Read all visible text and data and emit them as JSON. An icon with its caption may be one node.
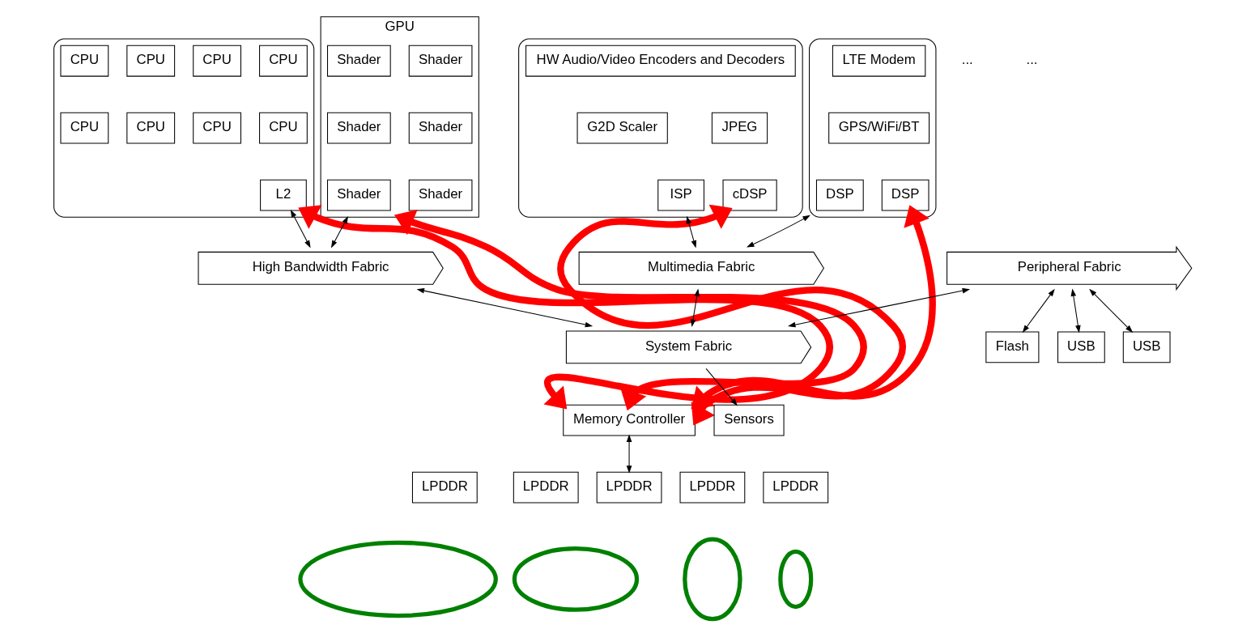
{
  "diagram": {
    "nodes": [
      {
        "text": [],
        "shape": "box"
      },
      {
        "text": [
          "CPU"
        ],
        "in": 0
      },
      {
        "text": [
          "CPU"
        ],
        "in": 0
      },
      {
        "text": [
          "CPU"
        ],
        "in": 0
      },
      {
        "text": [
          "CPU"
        ],
        "in": 0
      },
      {
        "text": [
          "CPU"
        ],
        "in": 0
      },
      {
        "text": [
          "CPU"
        ],
        "in": 0
      },
      {
        "text": [
          "CPU"
        ],
        "in": 0
      },
      {
        "text": [
          "CPU"
        ],
        "in": 0
      },
      {
        "text": [
          "L2"
        ],
        "in": 0
      },
      {
        "text": [
          "GPU"
        ]
      },
      {
        "text": [
          "Shader"
        ],
        "in": 10
      },
      {
        "text": [
          "Shader"
        ],
        "in": 10
      },
      {
        "text": [
          "Shader"
        ],
        "in": 10
      },
      {
        "text": [
          "Shader"
        ],
        "in": 10
      },
      {
        "text": [
          "Shader"
        ],
        "in": 10
      },
      {
        "text": [
          "Shader"
        ],
        "in": 10
      },
      {
        "text": [],
        "shape": "box"
      },
      {
        "text": [
          "LTE Modem"
        ],
        "in": 17
      },
      {
        "text": [
          "GPS/WiFi/BT"
        ],
        "in": 17
      },
      {
        "text": [
          "DSP"
        ],
        "in": 17
      },
      {
        "text": [
          "DSP"
        ],
        "in": 17
      },
      {
        "text": [],
        "shape": "box"
      },
      {
        "text": [
          "HW Audio/Video Encoders and Decoders"
        ],
        "in": 22
      },
      {
        "text": [
          "JPEG"
        ],
        "in": 22
      },
      {
        "text": [
          "G2D Scaler"
        ],
        "in": 22
      },
      {
        "text": [
          "cDSP"
        ],
        "in": 22
      },
      {
        "text": [
          "ISP"
        ],
        "in": 22
      },
      {
        "text": [
          "High Bandwidth Fabric"
        ]
      },
      {
        "text": [
          "Multimedia Fabric"
        ]
      },
      {
        "text": [
          "Peripheral Fabric"
        ]
      },
      {
        "text": [
          "System Fabric"
        ]
      },
      {
        "text": [
          "Memory Controller"
        ]
      },
      {
        "text": [
          "Sensors"
        ]
      },
      {
        "text": [
          "Flash"
        ]
      },
      {
        "text": [
          "USB"
        ]
      },
      {
        "text": [
          "USB"
        ]
      },
      {
        "text": [
          "LPDDR"
        ]
      },
      {
        "text": [
          "LPDDR"
        ]
      },
      {
        "text": [
          "LPDDR"
        ]
      },
      {
        "text": [
          "LPDDR"
        ]
      },
      {
        "text": [
          "LPDDR"
        ]
      },
      {
        "text": [],
        "shape": "ellipse"
      },
      {
        "text": [],
        "shape": "ellipse"
      },
      {
        "text": [],
        "shape": "ellipse"
      },
      {
        "text": [],
        "shape": "ellipse"
      }
    ],
    "edges": [
      {
        "from": 9,
        "to": 28,
        "arrow": "both"
      },
      {
        "from": 10,
        "to": 28,
        "arrow": "both"
      },
      {
        "from": 17,
        "to": 29,
        "arrow": "both"
      },
      {
        "from": 22,
        "to": 29,
        "arrow": "both"
      },
      {
        "from": 28,
        "to": 31,
        "arrow": "both"
      },
      {
        "from": 29,
        "to": 31,
        "arrow": "both"
      },
      {
        "from": 30,
        "to": 31,
        "arrow": "both"
      },
      {
        "from": 30,
        "to": 34,
        "arrow": "both"
      },
      {
        "from": 30,
        "to": 35,
        "arrow": "both"
      },
      {
        "from": 30,
        "to": 36,
        "arrow": "both"
      },
      {
        "from": 31,
        "to": 33,
        "arrow": "to"
      },
      {
        "from": 32,
        "to": 39,
        "arrow": "both"
      },
      {
        "from": 9,
        "to": 32,
        "arrow": "both",
        "style": "thick",
        "color": "#ff0000"
      },
      {
        "from": 10,
        "to": 32,
        "arrow": "both",
        "style": "thick",
        "color": "#ff0000"
      },
      {
        "from": 20,
        "to": 32,
        "arrow": "both",
        "style": "thick",
        "color": "#ff0000"
      },
      {
        "from": 26,
        "to": 32,
        "arrow": "both",
        "style": "thick",
        "color": "#ff0000"
      }
    ],
    "labels": [
      "...",
      "..."
    ]
  }
}
